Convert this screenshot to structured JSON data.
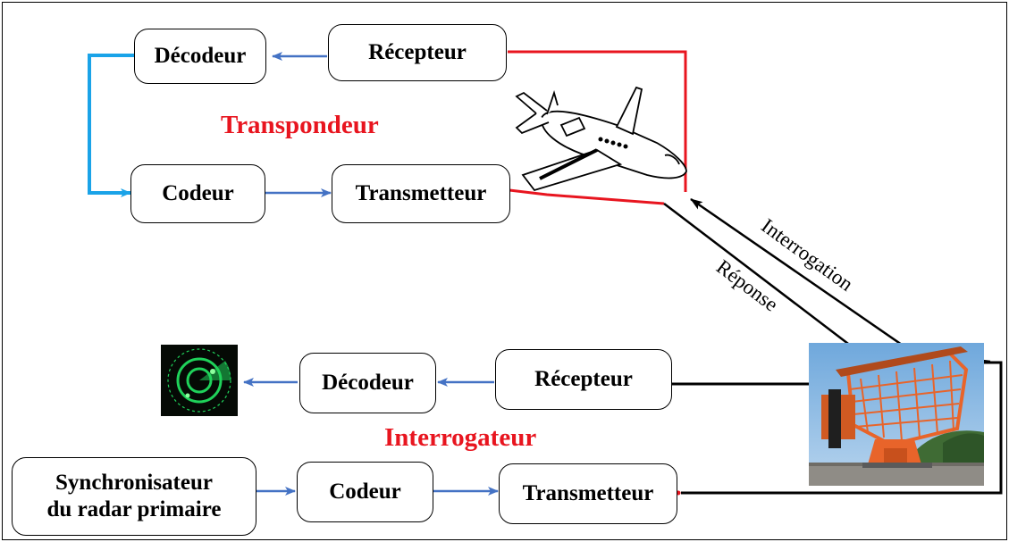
{
  "colors": {
    "arrow_blue": "#4472c4",
    "loop_blue": "#1aa3e8",
    "signal_red": "#e8151f",
    "label_red": "#e8151f",
    "radar_green": "#1fd25a",
    "antenna_orange": "#e8642a"
  },
  "transponder": {
    "label": "Transpondeur",
    "decoder": "Décodeur",
    "receiver": "Récepteur",
    "encoder": "Codeur",
    "transmitter": "Transmetteur"
  },
  "interrogator": {
    "label": "Interrogateur",
    "decoder": "Décodeur",
    "receiver": "Récepteur",
    "encoder": "Codeur",
    "transmitter": "Transmetteur",
    "sync_line1": "Synchronisateur",
    "sync_line2": "du radar primaire"
  },
  "links": {
    "interrogation": "Interrogation",
    "response": "Réponse"
  },
  "icons": {
    "aircraft": "airplane-icon",
    "radar_display": "radar-screen-icon",
    "antenna": "radar-antenna-image"
  }
}
